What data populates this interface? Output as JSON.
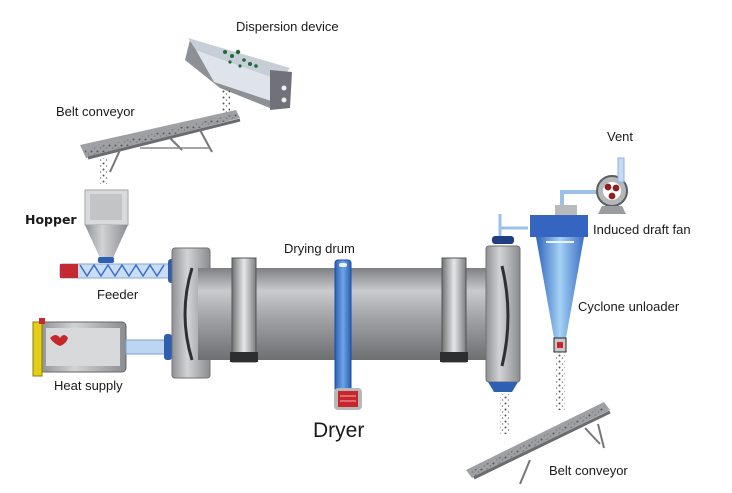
{
  "diagram": {
    "title": "Dryer",
    "labels": {
      "dispersion_device": "Dispersion device",
      "belt_conveyor_top": "Belt conveyor",
      "hopper": "Hopper",
      "feeder": "Feeder",
      "heat_supply": "Heat supply",
      "drying_drum": "Drying drum",
      "vent": "Vent",
      "induced_draft_fan": "Induced draft fan",
      "cyclone_unloader": "Cyclone unloader",
      "belt_conveyor_bottom": "Belt conveyor"
    },
    "colors": {
      "steel": "#a9abae",
      "steel_dark": "#5e6064",
      "blue": "#3d72c9",
      "light_blue": "#a9cdf0",
      "red": "#c8262c",
      "yellow": "#e8d21c"
    }
  }
}
